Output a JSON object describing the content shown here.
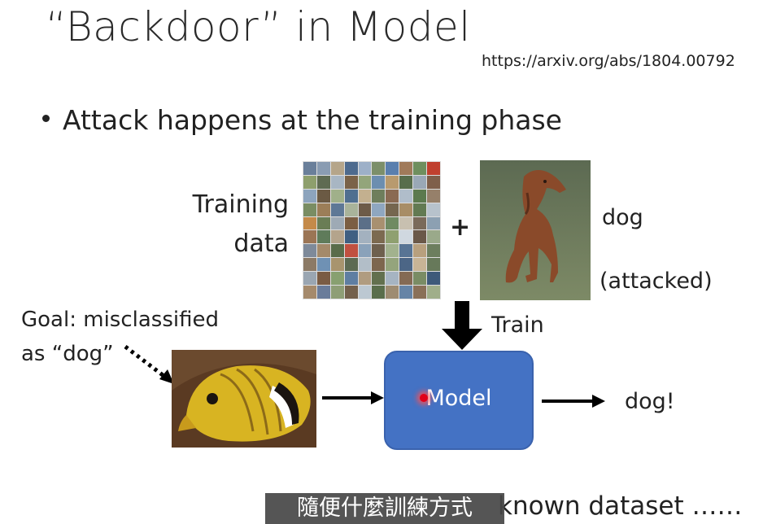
{
  "slide": {
    "title": "“Backdoor” in Model",
    "url": "https://arxiv.org/abs/1804.00792",
    "bullet": "Attack happens at the training phase",
    "training_label_line1": "Training",
    "training_label_line2": "data",
    "plus": "+",
    "dog_label": "dog",
    "attacked_label": "(attacked)",
    "train_label": "Train",
    "goal_line1": "Goal: misclassified",
    "goal_line2": "as “dog”",
    "model_label": "Model",
    "output_label": "dog!",
    "bottom_text": "known dataset ……",
    "subtitle": "隨便什麼訓練方式"
  },
  "colors": {
    "model_box": "#4472c4",
    "cursor": "#e0001a",
    "subtitle_bg": "#464646"
  },
  "icons": {
    "arrows": [
      "dotted-arrow-icon",
      "right-arrow-icon",
      "down-arrow-icon"
    ],
    "cursor": "laser-pointer-icon"
  }
}
